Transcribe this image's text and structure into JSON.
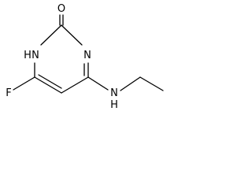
{
  "molecule": {
    "atoms": {
      "oxygen": "O",
      "ring_nh_n": "N",
      "ring_nh_h": "H",
      "ring_n": "N",
      "fluorine": "F",
      "amine_n": "N",
      "amine_h": "H"
    }
  }
}
